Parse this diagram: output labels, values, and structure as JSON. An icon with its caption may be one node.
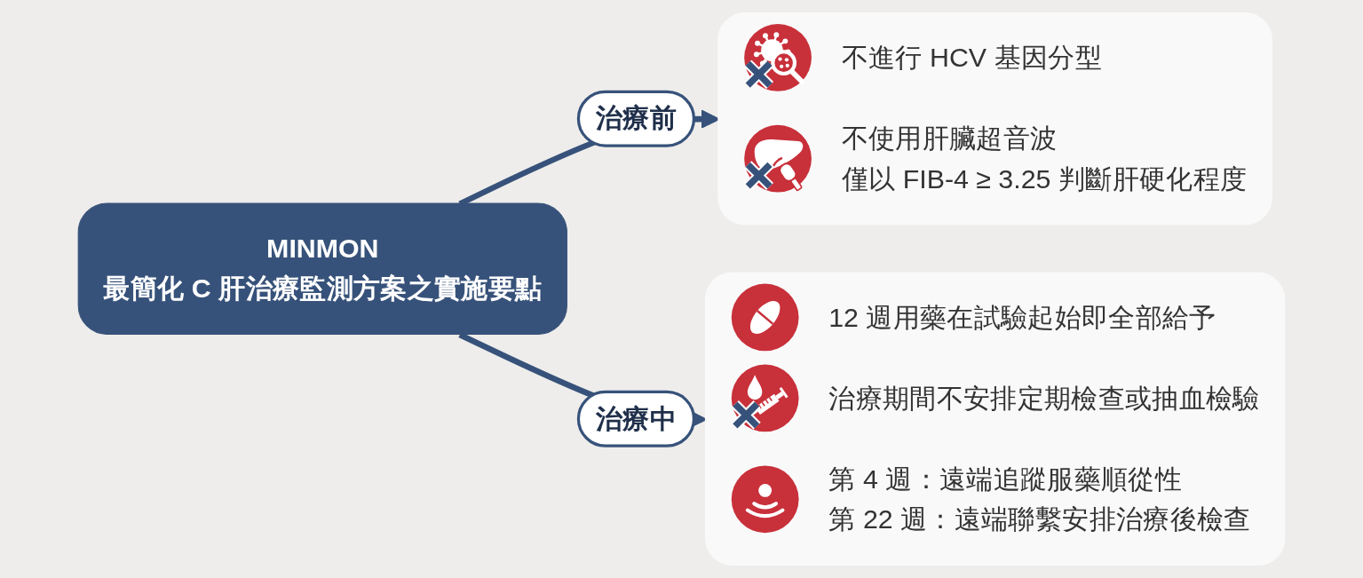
{
  "diagram": {
    "nodes": [
      {
        "text": [
          "MINMON",
          "最簡化 C 肝治療監測方案之實施要點"
        ]
      },
      {
        "text": [
          "不進行 HCV 基因分型",
          "不使用肝臟超音波",
          "僅以 FIB-4 ≥ 3.25 判斷肝硬化程度"
        ]
      },
      {
        "text": [
          "12 週用藥在試驗起始即全部給予",
          "治療期間不安排定期檢查或抽血檢驗",
          "第 4 週：遠端追蹤服藥順從性",
          "第 22 週：遠端聯繫安排治療後檢查"
        ]
      }
    ],
    "edges": [
      {
        "from": 0,
        "to": 1,
        "arrow": "to",
        "label": "治療前"
      },
      {
        "from": 0,
        "to": 2,
        "arrow": "to",
        "label": "治療中"
      }
    ]
  }
}
